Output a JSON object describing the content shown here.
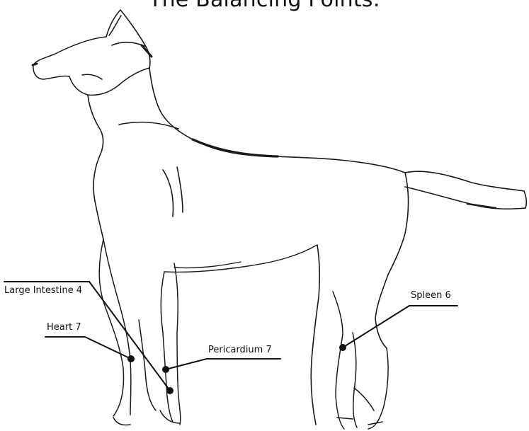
{
  "title": "The Balancing Points:",
  "points": [
    {
      "id": "li4",
      "label": "Large Intestine 4"
    },
    {
      "id": "ht7",
      "label": "Heart 7"
    },
    {
      "id": "pc7",
      "label": "Pericardium 7"
    },
    {
      "id": "sp6",
      "label": "Spleen 6"
    }
  ],
  "colors": {
    "ink": "#111111",
    "sketch": "#1a1a1a",
    "background": "#ffffff"
  }
}
